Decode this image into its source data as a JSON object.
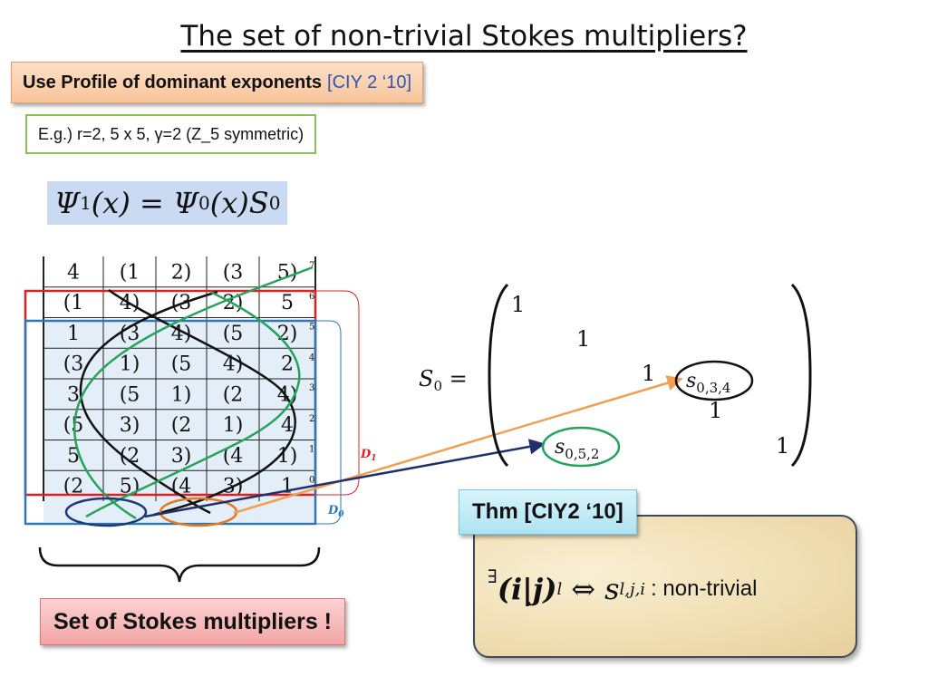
{
  "title": "The set of non-trivial Stokes multipliers?",
  "profile": {
    "label": "Use Profile of dominant exponents",
    "citation": "[CIY 2 ‘10]"
  },
  "example": "E.g.) r=2, 5 x 5, γ=2 (Z_5 symmetric)",
  "equation": {
    "lhs": "Ψ",
    "lhs_sub": "1",
    "mid": "(x) = Ψ",
    "mid_sub": "0",
    "rhs": "(x)S",
    "rhs_sub": "0"
  },
  "grid": {
    "rows": [
      [
        "4",
        "(1",
        "2)",
        "(3",
        "5)"
      ],
      [
        "(1",
        "4)",
        "(3",
        "2)",
        "5"
      ],
      [
        "1",
        "(3",
        "4)",
        "(5",
        "2)"
      ],
      [
        "(3",
        "1)",
        "(5",
        "4)",
        "2"
      ],
      [
        "3",
        "(5",
        "1)",
        "(2",
        "4)"
      ],
      [
        "(5",
        "3)",
        "(2",
        "1)",
        "4"
      ],
      [
        "5",
        "(2",
        "3)",
        "(4",
        "1)"
      ],
      [
        "(2",
        "5)",
        "(4",
        "3)",
        "1"
      ]
    ],
    "row_index": [
      "7",
      "6",
      "5",
      "4",
      "3",
      "2",
      "1",
      "0"
    ]
  },
  "labels": {
    "d1": "D",
    "d1_sub": "1",
    "d0": "D",
    "d0_sub": "0"
  },
  "matrix": {
    "lhs": "S",
    "lhs_sub": "0",
    "ones": [
      "1",
      "1",
      "1",
      "1",
      "1"
    ],
    "s_upper": "s",
    "s_upper_sub": "0,3,4",
    "s_lower": "s",
    "s_lower_sub": "0,5,2"
  },
  "theorem": {
    "title": "Thm [CIY2 ‘10]",
    "exists": "∃",
    "lhs": "(i|j)",
    "lhs_sub": "l",
    "iff": "⇔",
    "rhs": "s",
    "rhs_sub": "l,j,i",
    "note": ": non-trivial"
  },
  "set_label": "Set of Stokes multipliers !",
  "colors": {
    "red_box": "#e02020",
    "blue_box": "#2a78b8",
    "cell_fill": "#e3eef8",
    "green": "#25a35a",
    "black": "#111111",
    "orange_arrow": "#f0a050",
    "navy_arrow": "#1f2f6e",
    "ellipse_orange": "#e07a25",
    "ellipse_navy": "#1f3a7a"
  }
}
